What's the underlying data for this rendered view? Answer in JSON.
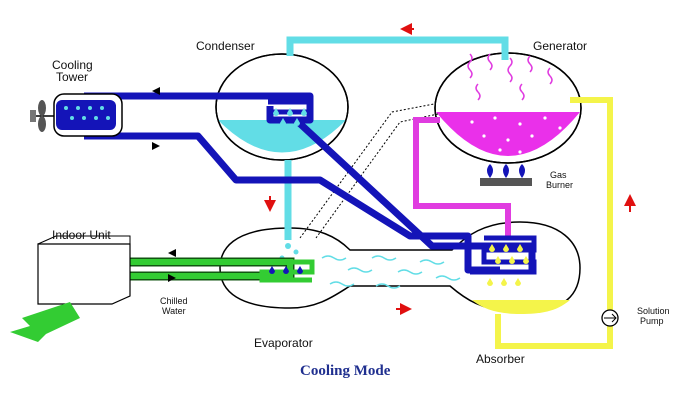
{
  "diagram": {
    "title": "Cooling Mode",
    "labels": {
      "cooling_tower": [
        "Cooling",
        "Tower"
      ],
      "condenser": "Condenser",
      "generator": "Generator",
      "gas_burner": [
        "Gas",
        "Burner"
      ],
      "indoor_unit": "Indoor Unit",
      "chilled_water": [
        "Chilled",
        "Water"
      ],
      "evaporator": "Evaporator",
      "absorber": "Absorber",
      "solution_pump": [
        "Solution",
        "Pump"
      ]
    },
    "colors": {
      "cooling_water": "#1414b8",
      "refrigerant_vapor": "#62dde6",
      "strong_solution": "#e03ce0",
      "weak_solution": "#f4f44a",
      "chilled_water": "#33cc33",
      "arrow_red": "#e01010",
      "caption": "#1f2f8f"
    }
  }
}
